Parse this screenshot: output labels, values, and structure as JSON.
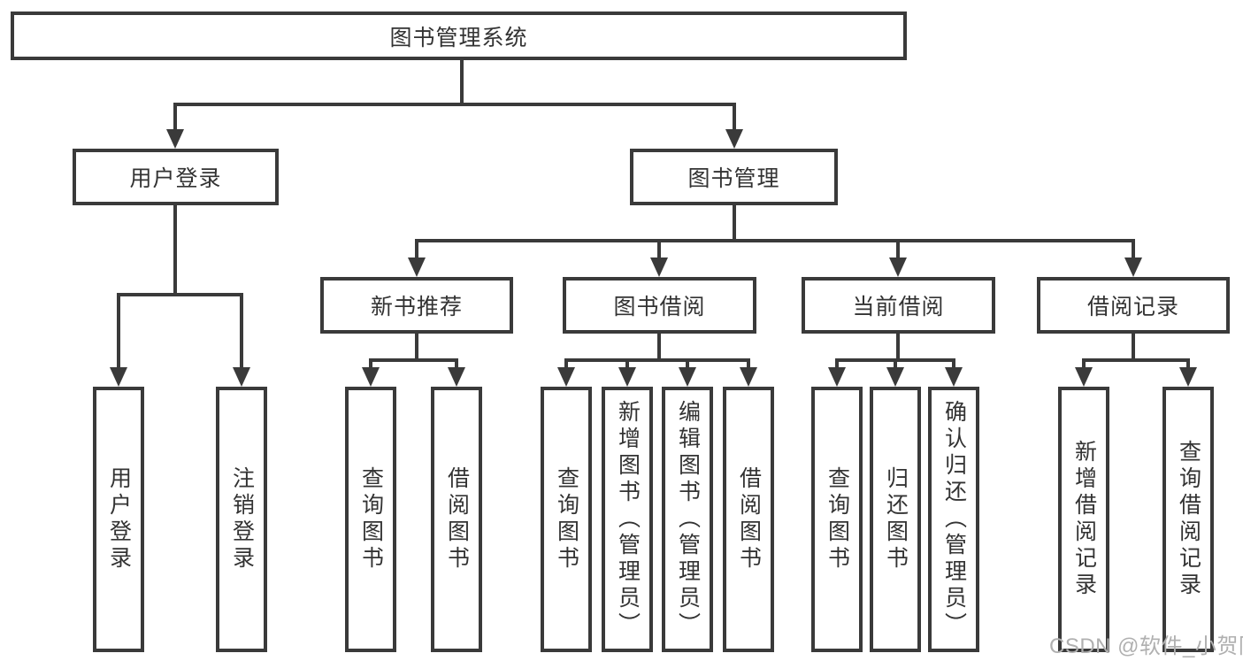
{
  "diagram": {
    "root": {
      "label": "图书管理系统"
    },
    "level2": {
      "user_login": {
        "label": "用户登录"
      },
      "book_management": {
        "label": "图书管理"
      }
    },
    "level3": {
      "new_book_recommend": {
        "label": "新书推荐"
      },
      "book_borrow": {
        "label": "图书借阅"
      },
      "current_borrow": {
        "label": "当前借阅"
      },
      "borrow_records": {
        "label": "借阅记录"
      }
    },
    "leaves": {
      "user_login": {
        "label": "用户登录"
      },
      "logout": {
        "label": "注销登录"
      },
      "recommend_query_books": {
        "label": "查询图书"
      },
      "recommend_borrow_books": {
        "label": "借阅图书"
      },
      "borrow_query_books": {
        "label": "查询图书"
      },
      "borrow_add_books": {
        "label": "新增图书（管理员）"
      },
      "borrow_edit_books": {
        "label": "编辑图书（管理员）"
      },
      "borrow_borrow_books": {
        "label": "借阅图书"
      },
      "current_query_books": {
        "label": "查询图书"
      },
      "current_return_books": {
        "label": "归还图书"
      },
      "current_confirm_return": {
        "label": "确认归还（管理员）"
      },
      "records_add_record": {
        "label": "新增借阅记录"
      },
      "records_query_record": {
        "label": "查询借阅记录"
      }
    }
  },
  "watermark": {
    "text": "CSDN @软件_小贺同学"
  },
  "colors": {
    "line": "#3a3a3a",
    "text": "#333333",
    "background": "#ffffff",
    "watermark": "#b0b0b0"
  }
}
